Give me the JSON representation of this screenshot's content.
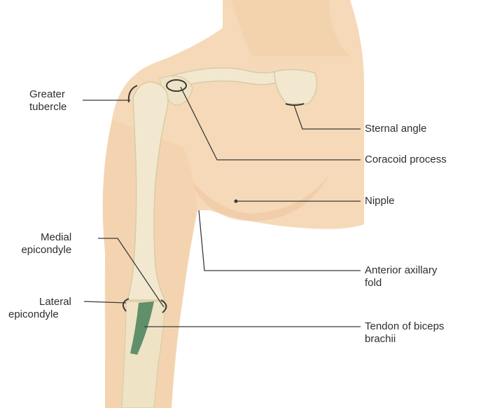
{
  "labels": {
    "greater_tubercle": [
      "Greater",
      "tubercle"
    ],
    "medial_epicondyle": [
      "Medial",
      "epicondyle"
    ],
    "lateral_epicondyle": [
      "Lateral",
      "epicondyle"
    ],
    "sternal_angle": "Sternal angle",
    "coracoid_process": "Coracoid process",
    "nipple": "Nipple",
    "anterior_axillary_fold": [
      "Anterior axillary",
      "fold"
    ],
    "tendon_biceps": [
      "Tendon of biceps",
      "brachii"
    ]
  },
  "colors": {
    "skin": "#f6d9b8",
    "skin_shade": "#efc9a2",
    "bone": "#f1e8cf",
    "bone_edge": "#d9cba6",
    "tendon": "#5f8f6b",
    "line": "#3a3a3a"
  }
}
